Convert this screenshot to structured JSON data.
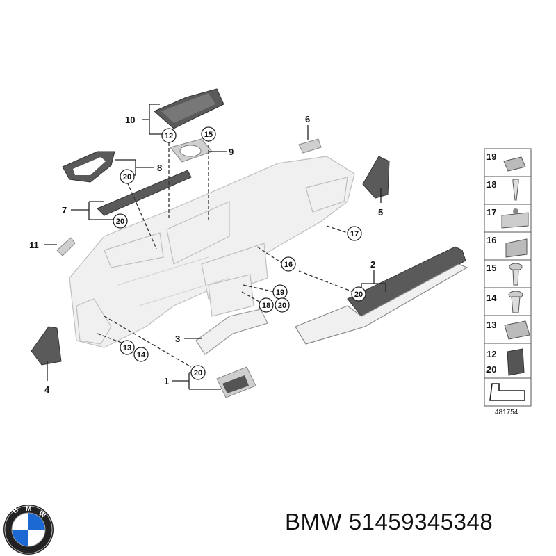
{
  "diagram": {
    "callouts": [
      "1",
      "2",
      "3",
      "4",
      "5",
      "6",
      "7",
      "8",
      "9",
      "10",
      "11"
    ],
    "refs": {
      "r12": "12",
      "r15": "15",
      "r20a": "20",
      "r20b": "20",
      "r17": "17",
      "r16": "16",
      "r19": "19",
      "r18": "18",
      "r20c": "20",
      "r20d": "20",
      "r13": "13",
      "r14": "14",
      "r20e": "20"
    },
    "side_panel": [
      {
        "label": "19"
      },
      {
        "label": "18"
      },
      {
        "label": "17"
      },
      {
        "label": "16"
      },
      {
        "label": "15"
      },
      {
        "label": "14"
      },
      {
        "label": "13"
      },
      {
        "label": "12",
        "label2": "20"
      }
    ],
    "catalog_number": "481754"
  },
  "footer": {
    "brand": "BMW",
    "part_number": "51459345348",
    "title": "BMW 51459345348"
  },
  "colors": {
    "logo_blue": "#1c69d4",
    "logo_ring": "#222222",
    "part_dark": "#5a5a5a",
    "part_light": "#f0f0f0"
  }
}
